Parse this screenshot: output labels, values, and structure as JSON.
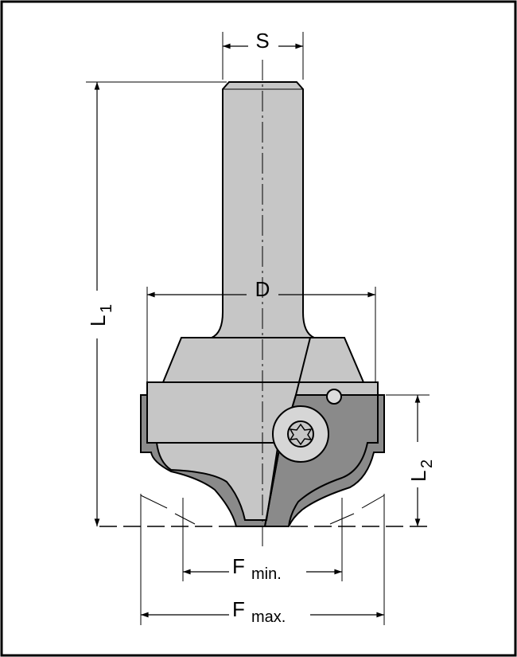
{
  "labels": {
    "shank_diameter": "S",
    "diameter": "D",
    "total_length": "L",
    "total_length_sub": "1",
    "cut_length": "L",
    "cut_length_sub": "2",
    "f_min": "F",
    "f_min_sub": "min.",
    "f_max": "F",
    "f_max_sub": "max."
  },
  "colors": {
    "light": "#c6c6c6",
    "dark": "#8a8a8a",
    "line": "#000000"
  }
}
